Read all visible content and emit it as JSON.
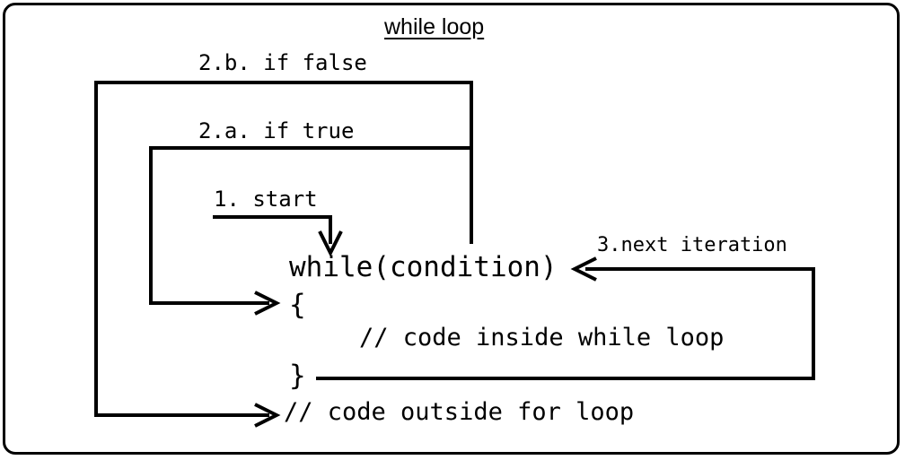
{
  "diagram": {
    "title": "while loop",
    "type": "control-flow-diagram",
    "background_color": "#ffffff",
    "stroke_color": "#000000",
    "labels": {
      "if_false": "2.b. if false",
      "if_true": "2.a. if true",
      "start": "1. start",
      "next_iteration": "3.next iteration"
    },
    "code": {
      "while_header": "while(condition)",
      "open_brace": "{",
      "inside_comment": "// code inside while loop",
      "close_brace": "}",
      "outside_comment": "// code outside for loop"
    },
    "flow_steps": [
      {
        "id": "1",
        "label": "1. start",
        "from": "entry",
        "to": "while(condition)"
      },
      {
        "id": "2.a",
        "label": "2.a. if true",
        "from": "while(condition)",
        "to": "{"
      },
      {
        "id": "2.b",
        "label": "2.b. if false",
        "from": "while(condition)",
        "to": "// code outside for loop"
      },
      {
        "id": "3",
        "label": "3.next iteration",
        "from": "}",
        "to": "while(condition)"
      }
    ]
  }
}
